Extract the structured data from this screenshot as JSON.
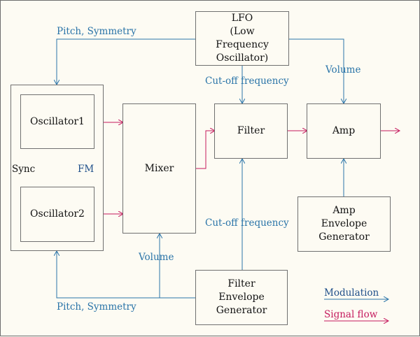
{
  "blocks": {
    "lfo": "LFO\n(Low\nFrequency\nOscillator)",
    "osc1": "Oscillator1",
    "osc2": "Oscillator2",
    "mixer": "Mixer",
    "filter": "Filter",
    "amp": "Amp",
    "amp_env": "Amp\nEnvelope\nGenerator",
    "filter_env": "Filter\nEnvelope\nGenerator"
  },
  "labels": {
    "pitch_symmetry_top": "Pitch, Symmetry",
    "cutoff_top": "Cut-off frequency",
    "volume_top": "Volume",
    "sync": "Sync",
    "fm": "FM",
    "cutoff_bottom": "Cut-off frequency",
    "volume_bottom": "Volume",
    "pitch_symmetry_bottom": "Pitch, Symmetry"
  },
  "legend": {
    "modulation": "Modulation",
    "signal_flow": "Signal flow"
  },
  "colors": {
    "modulation": "#2a74a8",
    "signal": "#c51a5e",
    "block_border": "#707070",
    "background": "#fdfbf3"
  }
}
